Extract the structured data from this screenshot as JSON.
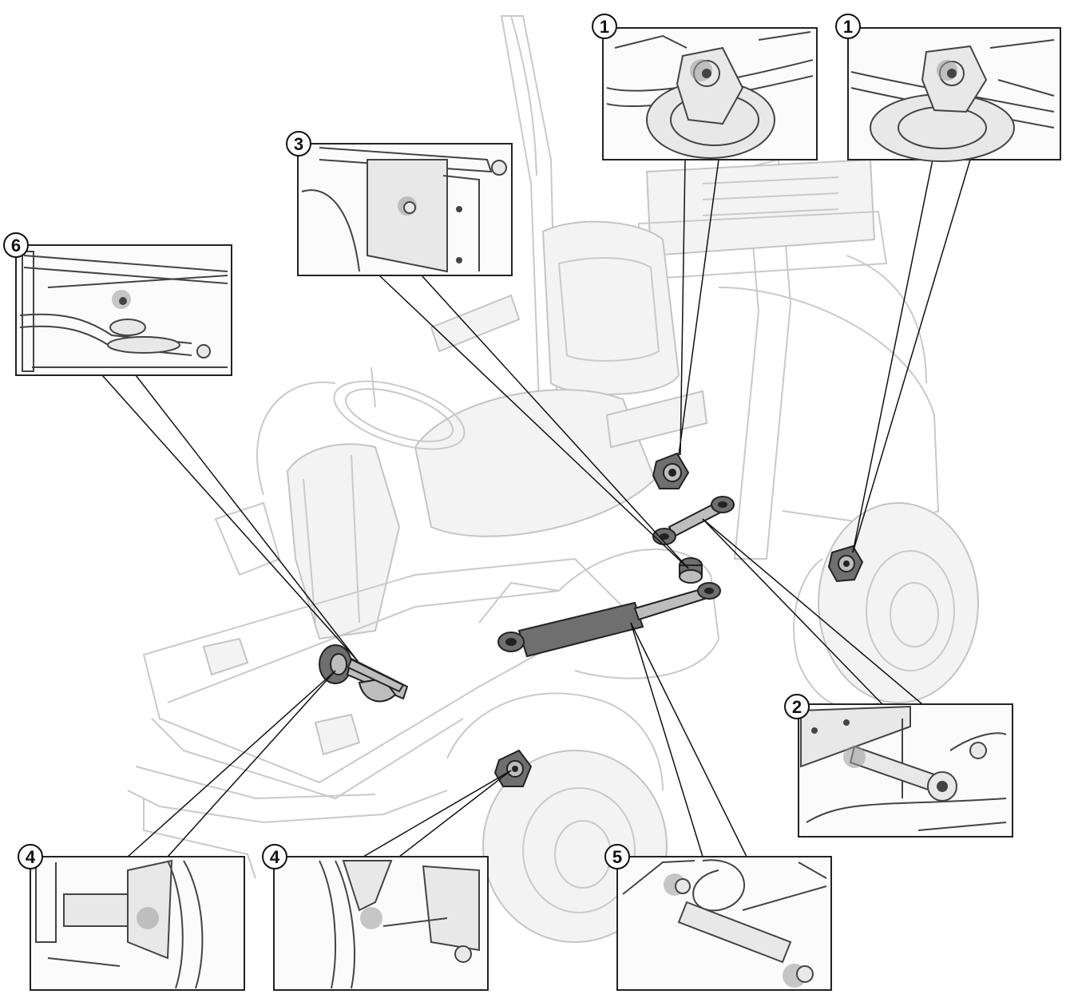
{
  "callouts": [
    {
      "id": "c1a",
      "label": "1"
    },
    {
      "id": "c1b",
      "label": "1"
    },
    {
      "id": "c2",
      "label": "2"
    },
    {
      "id": "c3",
      "label": "3"
    },
    {
      "id": "c4a",
      "label": "4"
    },
    {
      "id": "c4b",
      "label": "4"
    },
    {
      "id": "c5",
      "label": "5"
    },
    {
      "id": "c6",
      "label": "6"
    }
  ],
  "colors": {
    "line": "#111111",
    "ghost": "#c9c9c9",
    "part": "#6f6f6f",
    "background": "#ffffff"
  }
}
